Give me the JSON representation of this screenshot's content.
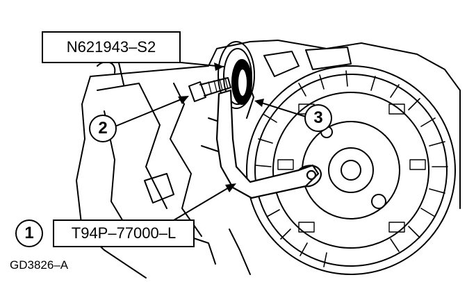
{
  "labels": {
    "part_number": "N621943–S2",
    "tool_number": "T94P–77000–L"
  },
  "callouts": [
    "1",
    "2",
    "3"
  ],
  "figure_id": "GD3826–A"
}
